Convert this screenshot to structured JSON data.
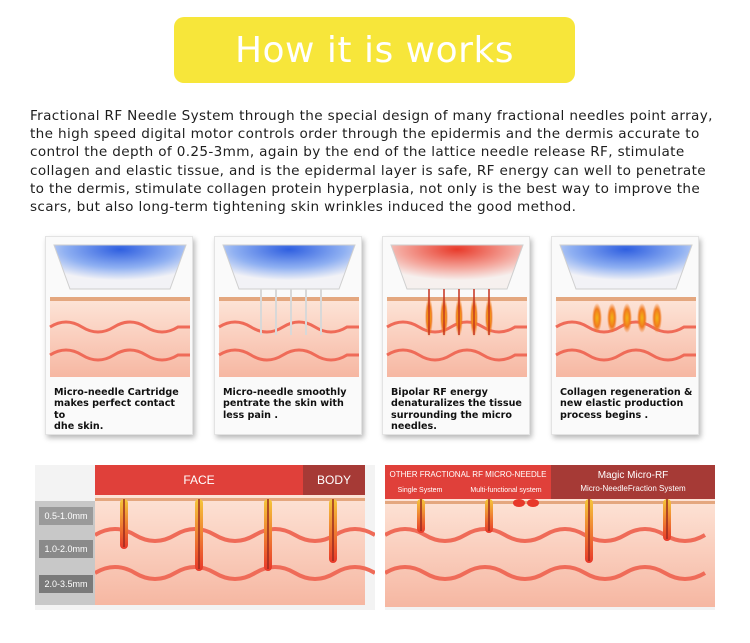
{
  "banner": {
    "title": "How it is works"
  },
  "intro": {
    "lines": [
      "Fractional RF Needle System through the special design of many fractional needles point array,",
      "the high speed digital motor controls order through the epidermis and the dermis accurate to",
      "control the depth of 0.25-3mm, again by the end of the lattice needle release RF, stimulate",
      "collagen and elastic tissue, and is the epidermal layer is safe, RF energy can well to penetrate",
      "to the dermis, stimulate collagen protein hyperplasia, not only is the best way to improve the",
      "scars, but also long-term tightening skin wrinkles induced the good method."
    ]
  },
  "steps": [
    {
      "caption_lines": [
        "Micro-needle Cartridge",
        "makes perfect contact to",
        "dhe skin."
      ],
      "head_color": "#2f5fe0"
    },
    {
      "caption_lines": [
        "Micro-needle smoothly",
        "pentrate the skin with",
        "less pain ."
      ],
      "head_color": "#2f5fe0"
    },
    {
      "caption_lines": [
        "Bipolar RF energy",
        "denaturalizes the tissue",
        "surrounding the micro",
        "needles."
      ],
      "head_color": "#e83a2a"
    },
    {
      "caption_lines": [
        "Collagen regeneration &",
        "new elastic production",
        "process begins ."
      ],
      "head_color": "#2f5fe0"
    }
  ],
  "comparison": {
    "face_label": "FACE",
    "body_label": "BODY",
    "depth_labels": [
      "0.5-1.0mm",
      "1.0-2.0mm",
      "2.0-3.5mm"
    ],
    "other_title": "OTHER FRACTIONAL RF MICRO-NEEDLE",
    "single_system": "Single System",
    "multi_system": "Multi-functional system",
    "magic_title": "Magic Micro-RF",
    "magic_subtitle": "Micro-NeedleFraction System"
  },
  "colors": {
    "banner_bg": "#f7e63a",
    "header_red": "#e0403a",
    "header_dark": "#a63a36",
    "skin_light": "#fbd6c8",
    "skin_dark": "#f3917a",
    "depth_label_bg": "#9a9a9a"
  }
}
